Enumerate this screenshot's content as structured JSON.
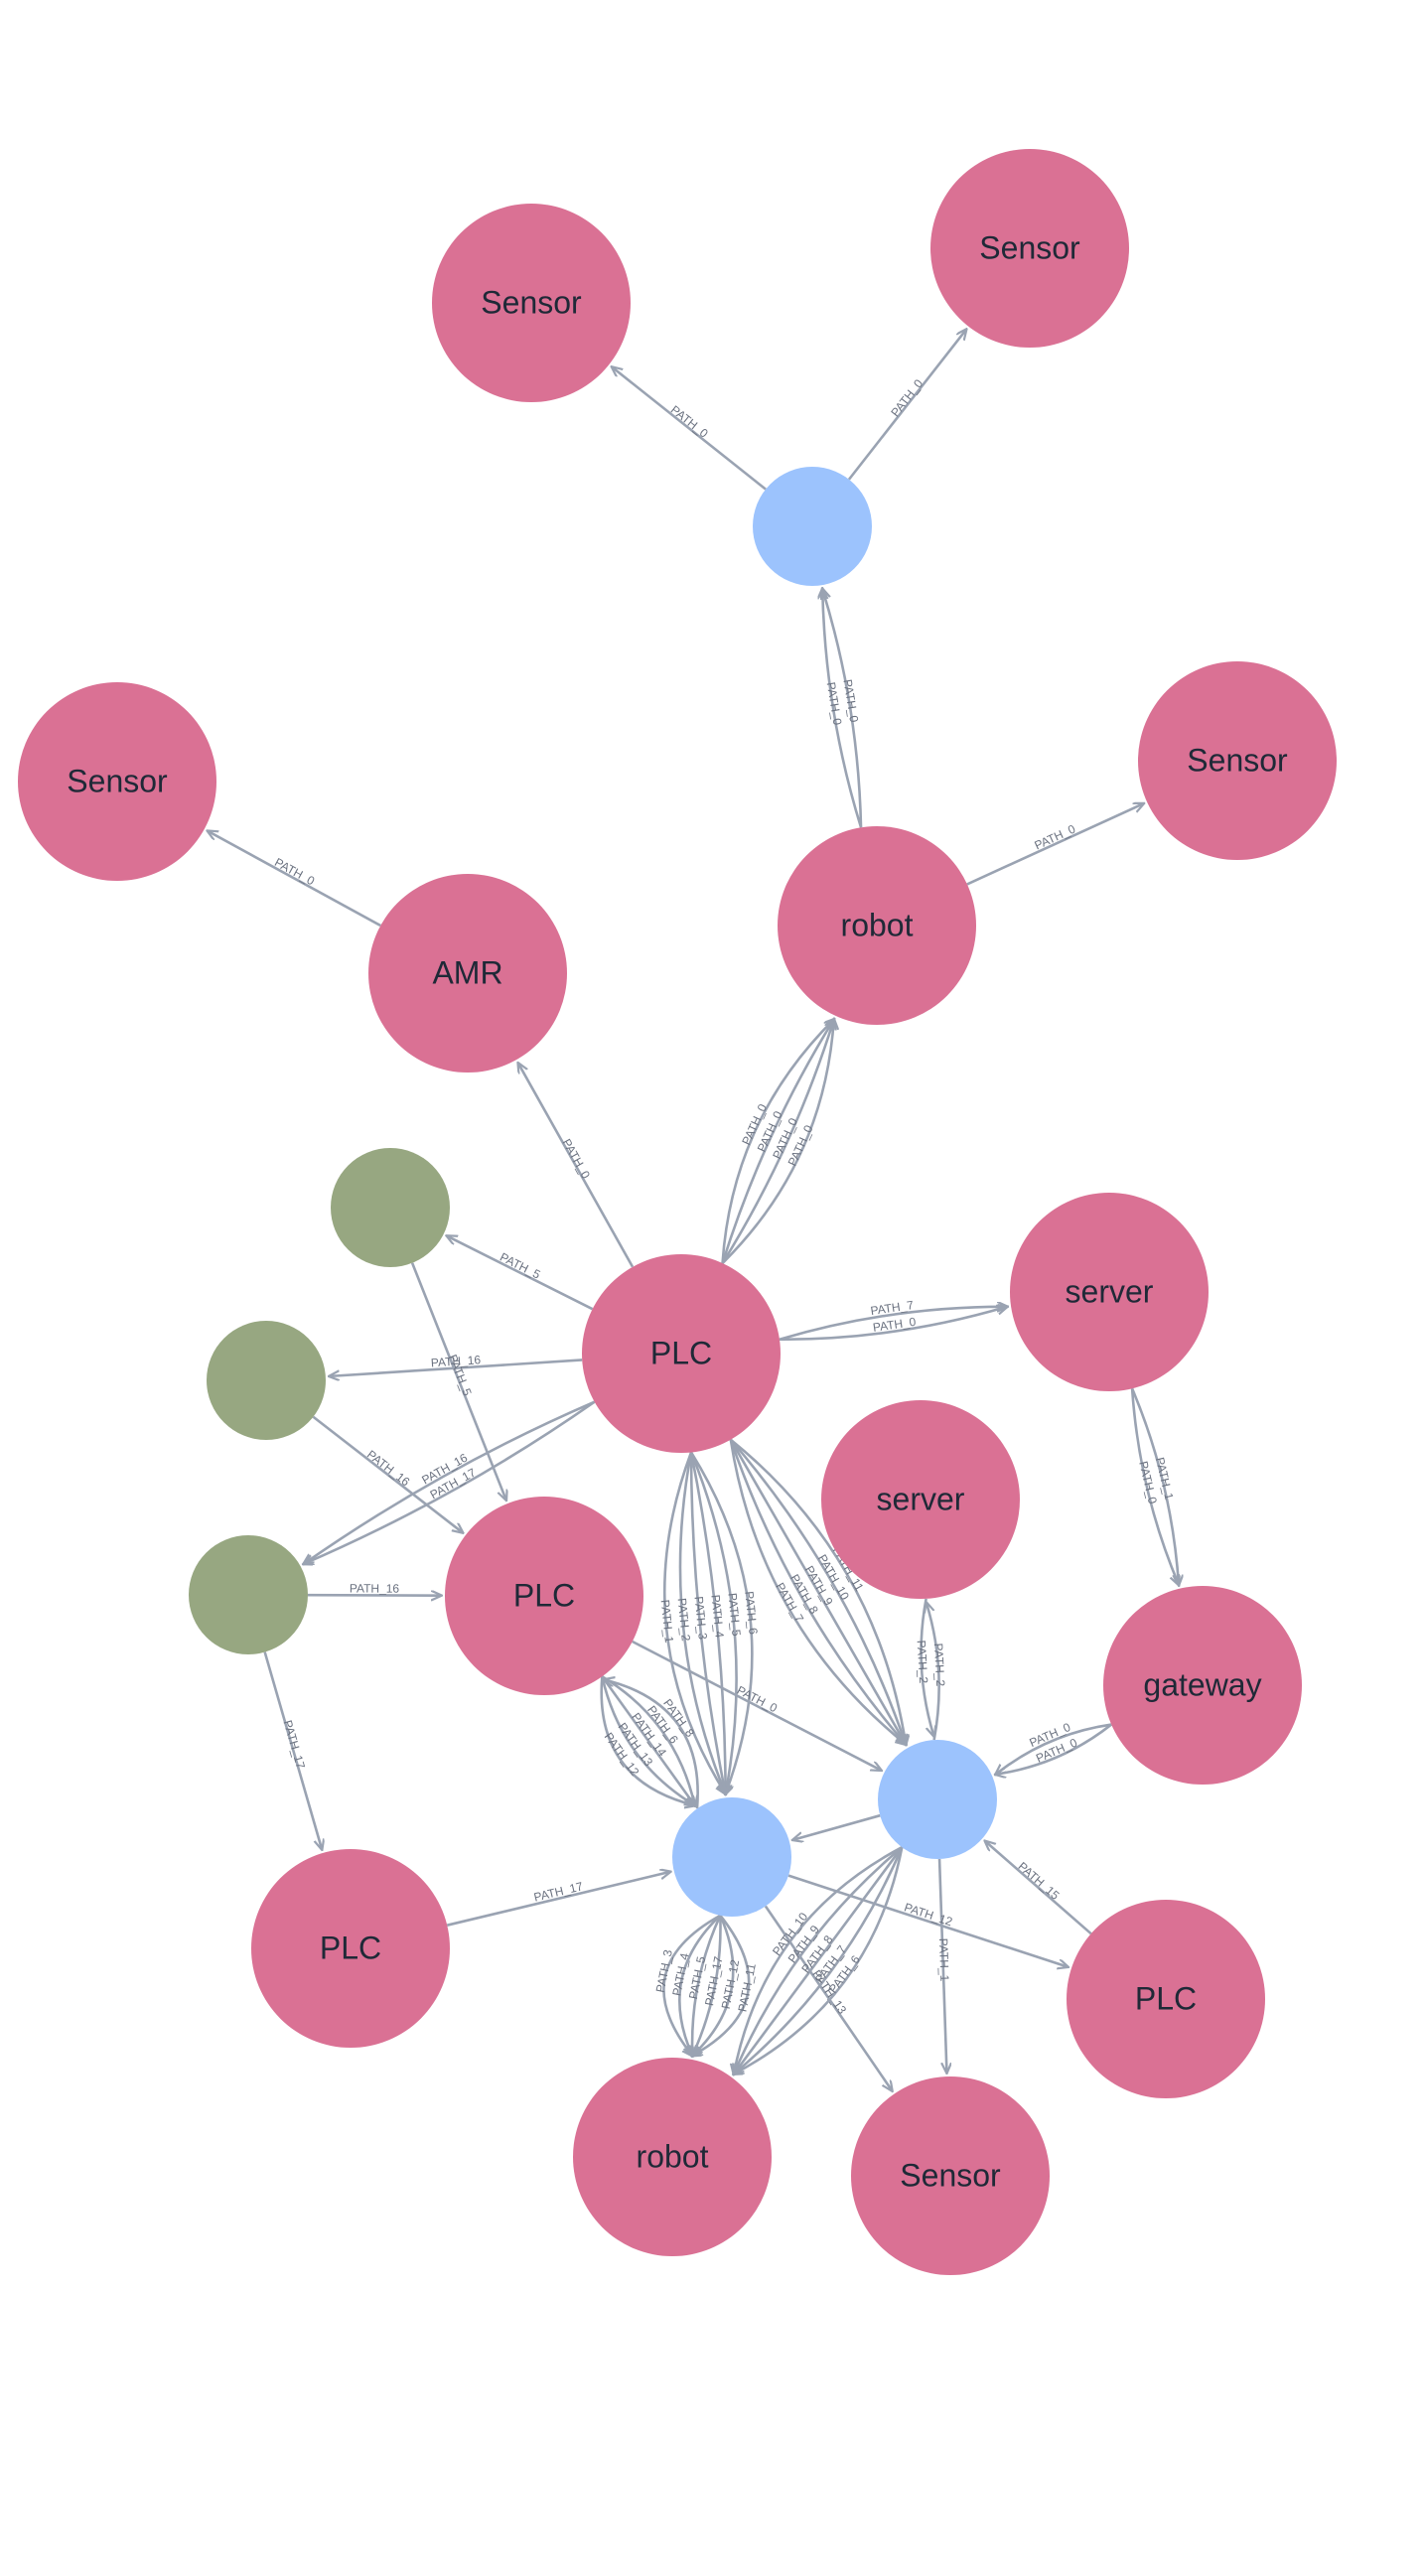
{
  "colors": {
    "pink": "#da7194",
    "blue": "#9cc3fd",
    "green": "#97a781",
    "edge": "#9aa3b2",
    "label": "#1f2937",
    "edge_label": "#6b7280"
  },
  "graph": {
    "nodes": [
      {
        "id": "sensor_top_left",
        "label": "Sensor",
        "color": "pink"
      },
      {
        "id": "sensor_top_right",
        "label": "Sensor",
        "color": "pink"
      },
      {
        "id": "hub_top",
        "label": "",
        "color": "blue"
      },
      {
        "id": "sensor_left",
        "label": "Sensor",
        "color": "pink"
      },
      {
        "id": "sensor_right",
        "label": "Sensor",
        "color": "pink"
      },
      {
        "id": "robot_top",
        "label": "robot",
        "color": "pink"
      },
      {
        "id": "amr",
        "label": "AMR",
        "color": "pink"
      },
      {
        "id": "plc_center",
        "label": "PLC",
        "color": "pink"
      },
      {
        "id": "server_right",
        "label": "server",
        "color": "pink"
      },
      {
        "id": "green_1",
        "label": "",
        "color": "green"
      },
      {
        "id": "green_2",
        "label": "",
        "color": "green"
      },
      {
        "id": "green_3",
        "label": "",
        "color": "green"
      },
      {
        "id": "plc_mid",
        "label": "PLC",
        "color": "pink"
      },
      {
        "id": "server_mid",
        "label": "server",
        "color": "pink"
      },
      {
        "id": "gateway",
        "label": "gateway",
        "color": "pink"
      },
      {
        "id": "hub_right",
        "label": "",
        "color": "blue"
      },
      {
        "id": "hub_left",
        "label": "",
        "color": "blue"
      },
      {
        "id": "plc_bottom_left",
        "label": "PLC",
        "color": "pink"
      },
      {
        "id": "plc_bottom_right",
        "label": "PLC",
        "color": "pink"
      },
      {
        "id": "robot_bottom",
        "label": "robot",
        "color": "pink"
      },
      {
        "id": "sensor_bottom",
        "label": "Sensor",
        "color": "pink"
      }
    ],
    "edges": [
      {
        "from": "hub_top",
        "to": "sensor_top_left",
        "label": "PATH_0"
      },
      {
        "from": "hub_top",
        "to": "sensor_top_right",
        "label": "PATH_0"
      },
      {
        "from": "robot_top",
        "to": "hub_top",
        "label": "PATH_0"
      },
      {
        "from": "robot_top",
        "to": "hub_top",
        "label": "PATH_0"
      },
      {
        "from": "robot_top",
        "to": "sensor_right",
        "label": "PATH_0"
      },
      {
        "from": "amr",
        "to": "sensor_left",
        "label": "PATH_0"
      },
      {
        "from": "plc_center",
        "to": "amr",
        "label": "PATH_0"
      },
      {
        "from": "plc_center",
        "to": "robot_top",
        "label": "PATH_0"
      },
      {
        "from": "plc_center",
        "to": "robot_top",
        "label": "PATH_0"
      },
      {
        "from": "plc_center",
        "to": "robot_top",
        "label": "PATH_0"
      },
      {
        "from": "plc_center",
        "to": "robot_top",
        "label": "PATH_0"
      },
      {
        "from": "plc_center",
        "to": "server_right",
        "label": "PATH_7"
      },
      {
        "from": "plc_center",
        "to": "server_right",
        "label": "PATH_0"
      },
      {
        "from": "plc_center",
        "to": "green_1",
        "label": "PATH_5"
      },
      {
        "from": "plc_center",
        "to": "green_2",
        "label": "PATH_16"
      },
      {
        "from": "plc_center",
        "to": "green_3",
        "label": "PATH_16"
      },
      {
        "from": "plc_center",
        "to": "green_3",
        "label": "PATH_17"
      },
      {
        "from": "green_1",
        "to": "plc_mid",
        "label": "PATH_5"
      },
      {
        "from": "green_2",
        "to": "plc_mid",
        "label": "PATH_16"
      },
      {
        "from": "green_3",
        "to": "plc_mid",
        "label": "PATH_16"
      },
      {
        "from": "green_3",
        "to": "plc_bottom_left",
        "label": "PATH_17"
      },
      {
        "from": "plc_bottom_left",
        "to": "hub_left",
        "label": "PATH_17"
      },
      {
        "from": "server_right",
        "to": "gateway",
        "label": "PATH_0"
      },
      {
        "from": "server_right",
        "to": "gateway",
        "label": "PATH_1"
      },
      {
        "from": "gateway",
        "to": "hub_right",
        "label": "PATH_0"
      },
      {
        "from": "gateway",
        "to": "hub_right",
        "label": "PATH_0"
      },
      {
        "from": "plc_bottom_right",
        "to": "hub_right",
        "label": "PATH_15"
      },
      {
        "from": "server_mid",
        "to": "hub_right",
        "label": "PATH_2"
      },
      {
        "from": "hub_right",
        "to": "server_mid",
        "label": "PATH_2"
      },
      {
        "from": "hub_right",
        "to": "hub_left",
        "label": ""
      },
      {
        "from": "hub_right",
        "to": "sensor_bottom",
        "label": "PATH_1"
      },
      {
        "from": "plc_center",
        "to": "hub_left",
        "label": "PATH_1"
      },
      {
        "from": "plc_center",
        "to": "hub_left",
        "label": "PATH_2"
      },
      {
        "from": "plc_center",
        "to": "hub_left",
        "label": "PATH_3"
      },
      {
        "from": "plc_center",
        "to": "hub_left",
        "label": "PATH_4"
      },
      {
        "from": "plc_center",
        "to": "hub_left",
        "label": "PATH_5"
      },
      {
        "from": "plc_center",
        "to": "hub_left",
        "label": "PATH_6"
      },
      {
        "from": "plc_center",
        "to": "hub_right",
        "label": "PATH_7"
      },
      {
        "from": "plc_center",
        "to": "hub_right",
        "label": "PATH_8"
      },
      {
        "from": "plc_center",
        "to": "hub_right",
        "label": "PATH_9"
      },
      {
        "from": "plc_center",
        "to": "hub_right",
        "label": "PATH_10"
      },
      {
        "from": "plc_center",
        "to": "hub_right",
        "label": "PATH_11"
      },
      {
        "from": "plc_mid",
        "to": "hub_left",
        "label": "PATH_12"
      },
      {
        "from": "plc_mid",
        "to": "hub_left",
        "label": "PATH_13"
      },
      {
        "from": "plc_mid",
        "to": "hub_left",
        "label": "PATH_14"
      },
      {
        "from": "plc_mid",
        "to": "hub_left",
        "label": "PATH_6"
      },
      {
        "from": "plc_mid",
        "to": "hub_right",
        "label": "PATH_0"
      },
      {
        "from": "hub_left",
        "to": "plc_mid",
        "label": "PATH_8"
      },
      {
        "from": "hub_left",
        "to": "plc_bottom_right",
        "label": "PATH_12"
      },
      {
        "from": "hub_left",
        "to": "sensor_bottom",
        "label": "PATH_13"
      },
      {
        "from": "hub_left",
        "to": "robot_bottom",
        "label": "PATH_11"
      },
      {
        "from": "hub_left",
        "to": "robot_bottom",
        "label": "PATH_12"
      },
      {
        "from": "hub_left",
        "to": "robot_bottom",
        "label": "PATH_17"
      },
      {
        "from": "hub_left",
        "to": "robot_bottom",
        "label": "PATH_5"
      },
      {
        "from": "hub_left",
        "to": "robot_bottom",
        "label": "PATH_4"
      },
      {
        "from": "hub_left",
        "to": "robot_bottom",
        "label": "PATH_3"
      },
      {
        "from": "hub_right",
        "to": "robot_bottom",
        "label": "PATH_6"
      },
      {
        "from": "hub_right",
        "to": "robot_bottom",
        "label": "PATH_7"
      },
      {
        "from": "hub_right",
        "to": "robot_bottom",
        "label": "PATH_8"
      },
      {
        "from": "hub_right",
        "to": "robot_bottom",
        "label": "PATH_9"
      },
      {
        "from": "hub_right",
        "to": "robot_bottom",
        "label": "PATH_10"
      }
    ]
  }
}
